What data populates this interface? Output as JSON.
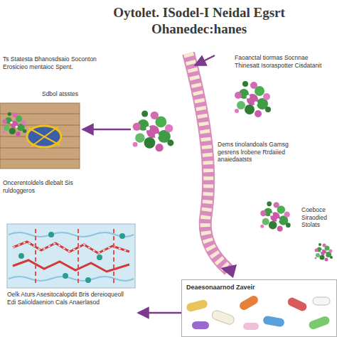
{
  "diagram": {
    "title": "Oytolet. ISodel-I Neidal Egsrt Ohanedec:hanes",
    "nodes": [
      {
        "text": [
          "Sdbol atsstes"
        ]
      },
      {
        "text": [
          "Oelk Aturs Asesitocalopdit Bris dereioqueoll Edi Salioldaenion Cals Anaerlasod"
        ]
      },
      {
        "text": [
          "Deaesonaarnod Zaveir"
        ]
      }
    ],
    "edges": [
      {
        "from": 2,
        "to": 1,
        "arrow": "to"
      }
    ],
    "labels": [
      "Ts Statesta Bhanosdsaio Soconton Erosicieo mentaioc Spent.",
      "Faoanctal tiormas Socnnae Thinesatt Isoraspotter Cisdatanit",
      "Dems tinolandoals Gamsg gesrens lrobene Rrdaiied anaiedaatsts",
      "Oncerentoldels dlebalt Sis ruldoggeros",
      "Coeboce Siraodied Stolats"
    ]
  }
}
